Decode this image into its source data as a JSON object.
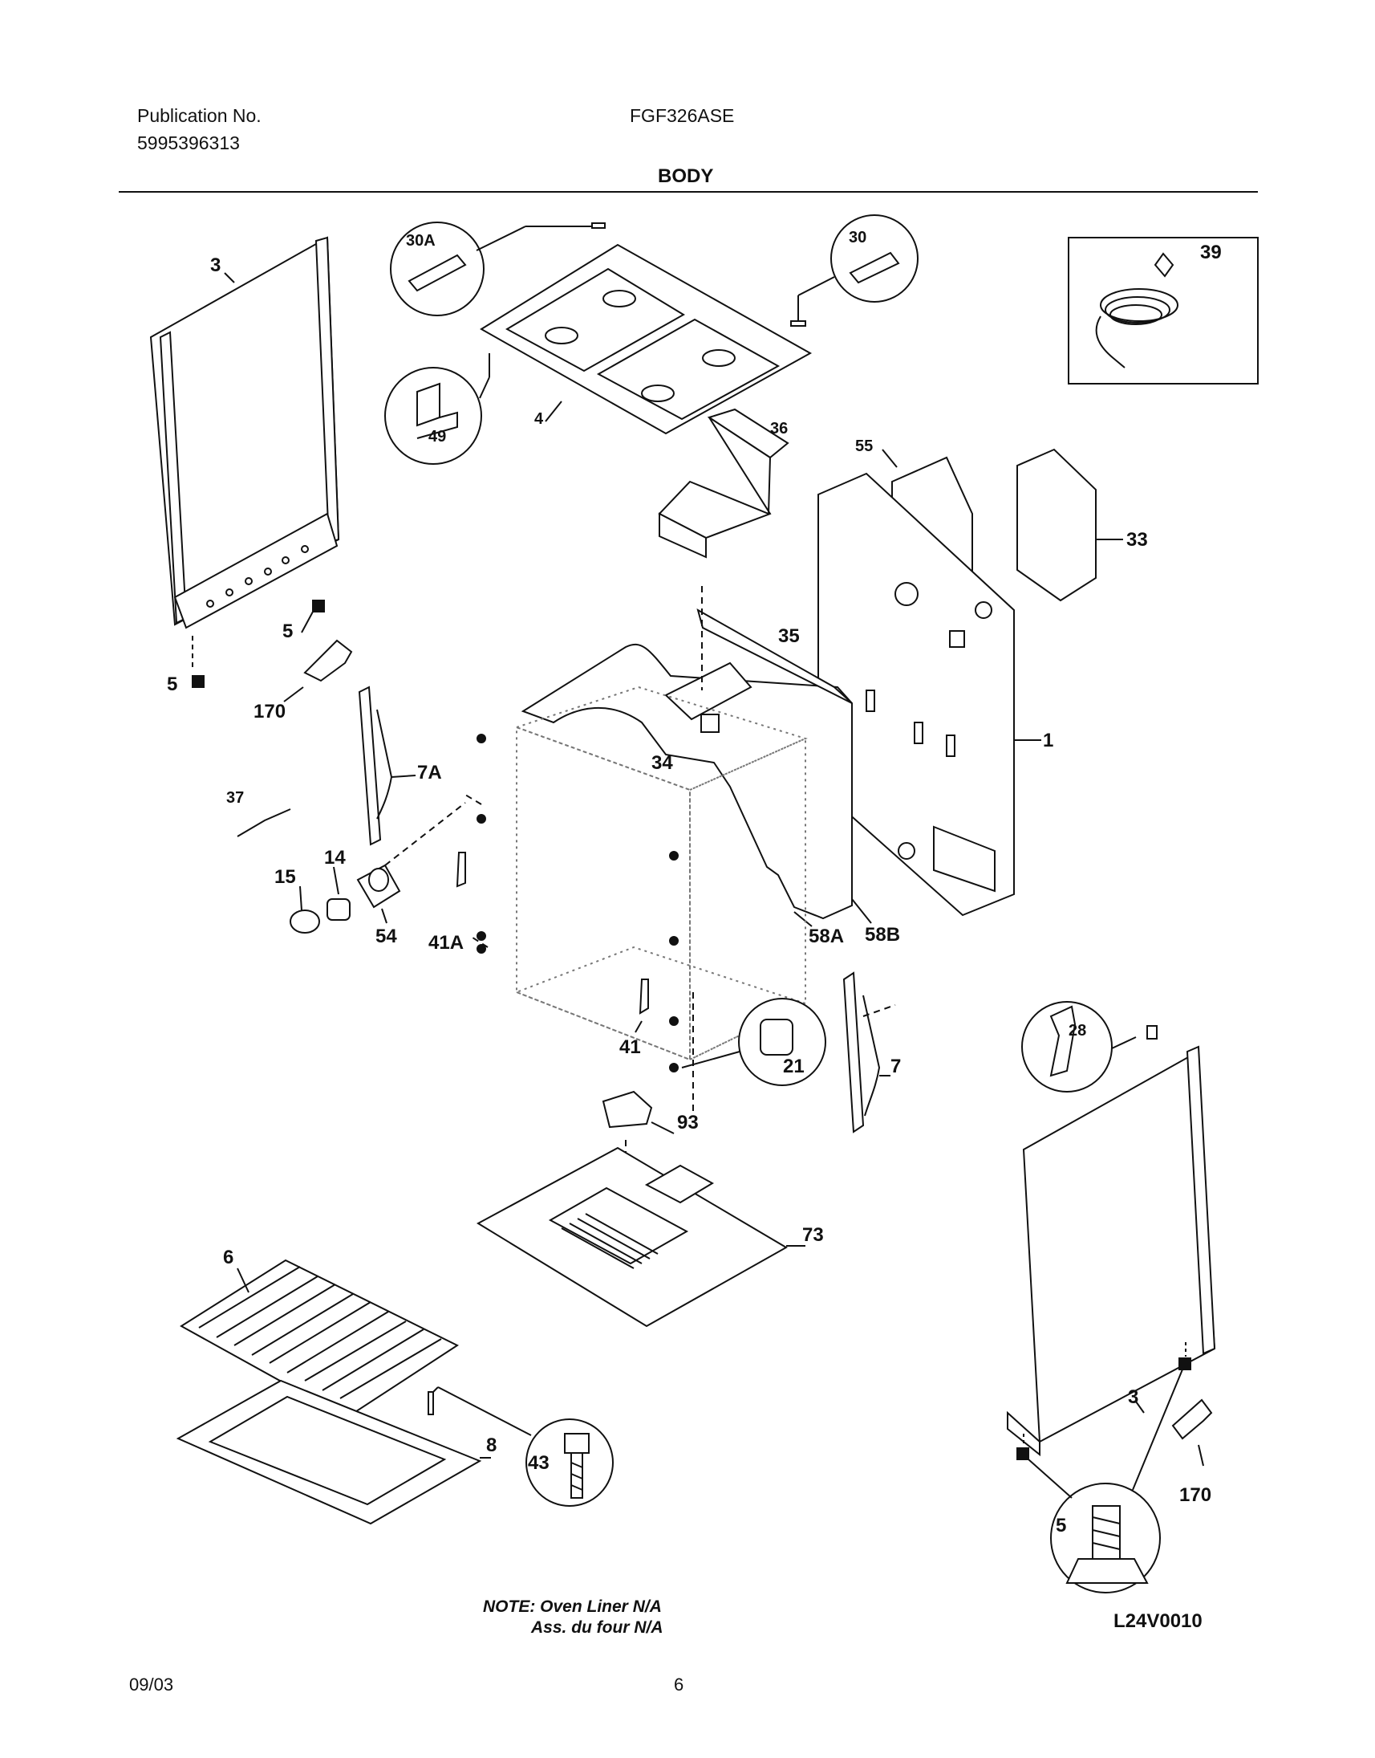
{
  "header": {
    "publication_label": "Publication No.",
    "publication_number": "5995396313",
    "model": "FGF326ASE",
    "section_title": "BODY"
  },
  "callouts": {
    "c3_left": "3",
    "c30a": "30A",
    "c30": "30",
    "c39": "39",
    "c49": "49",
    "c4": "4",
    "c36": "36",
    "c55": "55",
    "c33": "33",
    "c5a": "5",
    "c5b": "5",
    "c170_left": "170",
    "c35": "35",
    "c1": "1",
    "c7a": "7A",
    "c34": "34",
    "c37": "37",
    "c14": "14",
    "c15": "15",
    "c54": "54",
    "c41a": "41A",
    "c58a": "58A",
    "c58b": "58B",
    "c28": "28",
    "c41": "41",
    "c21": "21",
    "c7": "7",
    "c93": "93",
    "c73": "73",
    "c6": "6",
    "c3_right": "3",
    "c43": "43",
    "c8": "8",
    "c170_right": "170",
    "c5_big": "5"
  },
  "notes": {
    "line1": "NOTE: Oven Liner N/A",
    "line2": "Ass. du four N/A"
  },
  "diagram_code": "L24V0010",
  "footer": {
    "date": "09/03",
    "page": "6"
  }
}
